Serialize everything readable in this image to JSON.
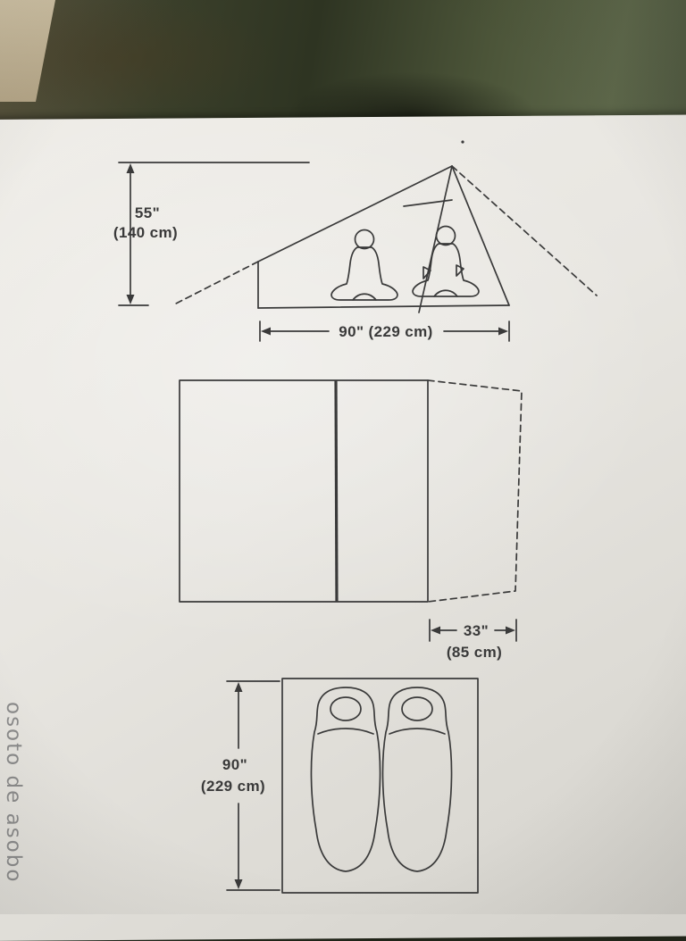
{
  "watermark": {
    "text": "osoto de asobo"
  },
  "diagram": {
    "front_view": {
      "height_in": "55\"",
      "height_cm": "(140 cm)",
      "width_label": "90\" (229 cm)"
    },
    "floor_plan": {
      "vestibule_in": "33\"",
      "vestibule_cm": "(85 cm)"
    },
    "top_view": {
      "length_in": "90\"",
      "length_cm": "(229 cm)"
    }
  },
  "colors": {
    "line": "#3a3a3a",
    "paper": "#e8e6e1",
    "fabric-dark": "#2e3422",
    "fabric-light": "#5d674a",
    "table-beige": "#cfc2a5",
    "watermark": "#8b8b8b"
  }
}
